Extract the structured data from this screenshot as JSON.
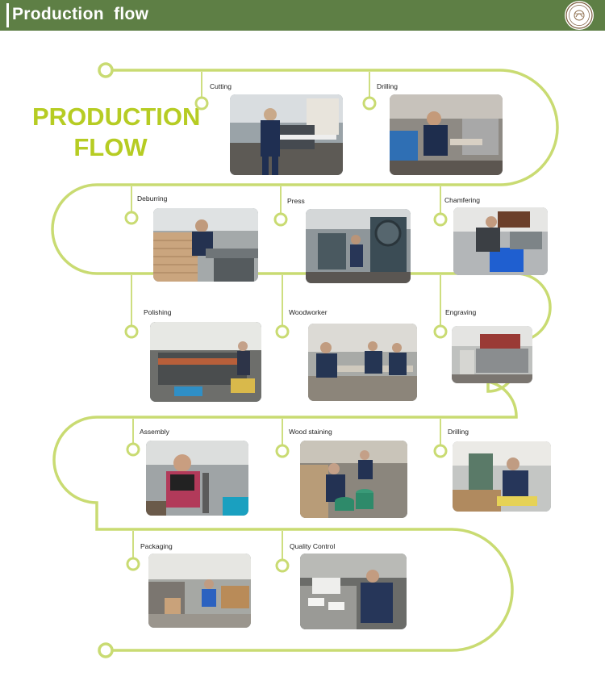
{
  "header": {
    "title": "Production  flow",
    "logo_icon": "factory-seal-logo"
  },
  "heading": {
    "line1": "PRODUCTION",
    "line2": "FLOW",
    "color": "#b6cc23"
  },
  "colors": {
    "header_bg": "#5e7f45",
    "path": "#c9db72"
  },
  "steps": [
    {
      "label": "Cutting"
    },
    {
      "label": "Drilling"
    },
    {
      "label": "Deburring"
    },
    {
      "label": "Press"
    },
    {
      "label": "Chamfering"
    },
    {
      "label": "Polishing"
    },
    {
      "label": "Woodworker"
    },
    {
      "label": "Engraving"
    },
    {
      "label": "Assembly"
    },
    {
      "label": "Wood staining"
    },
    {
      "label": "Drilling"
    },
    {
      "label": "Packaging"
    },
    {
      "label": "Quality Control"
    }
  ]
}
